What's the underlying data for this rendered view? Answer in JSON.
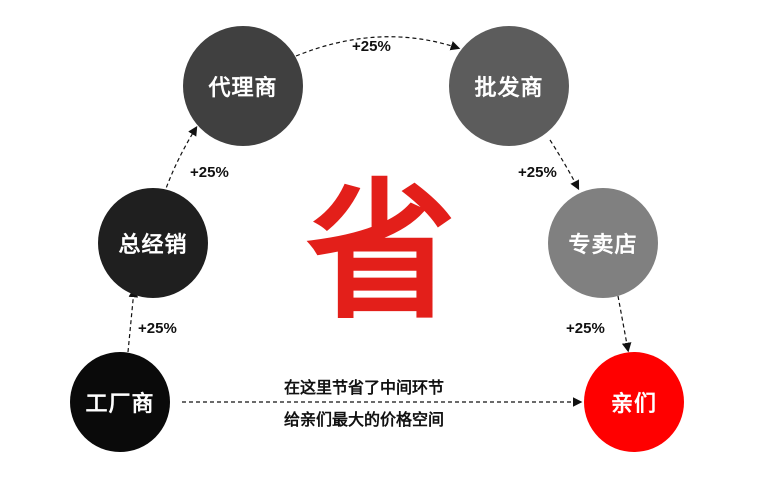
{
  "nodes": {
    "factory": {
      "label": "工厂商",
      "color": "#0a0a0a"
    },
    "distributor": {
      "label": "总经销",
      "color": "#1f1f1f"
    },
    "agent": {
      "label": "代理商",
      "color": "#404040"
    },
    "wholesaler": {
      "label": "批发商",
      "color": "#5c5c5c"
    },
    "store": {
      "label": "专卖店",
      "color": "#808080"
    },
    "customer": {
      "label": "亲们",
      "color": "#ff0000"
    }
  },
  "markups": {
    "factory_to_distributor": "+25%",
    "distributor_to_agent": "+25%",
    "agent_to_wholesaler": "+25%",
    "wholesaler_to_store": "+25%",
    "store_to_customer": "+25%"
  },
  "center_character": {
    "text": "省",
    "color": "#e31f1a"
  },
  "direct_path_note": {
    "line1": "在这里节省了中间环节",
    "line2": "给亲们最大的价格空间"
  }
}
